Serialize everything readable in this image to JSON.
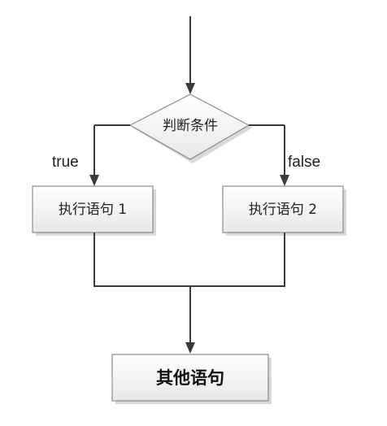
{
  "decision": {
    "label": "判断条件"
  },
  "branches": {
    "true_label": "true",
    "false_label": "false"
  },
  "statements": {
    "statement_1": "执行语句 1",
    "statement_2": "执行语句 2",
    "other": "其他语句"
  },
  "colors": {
    "line": "#3a3a3a",
    "box_fill_top": "#ffffff",
    "box_fill_bottom": "#eaeaea",
    "box_border": "#8c8c8c"
  }
}
